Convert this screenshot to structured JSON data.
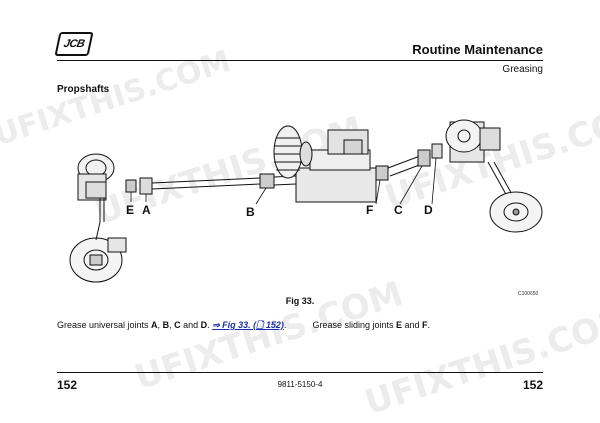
{
  "header": {
    "logo_text": "JCB",
    "title": "Routine Maintenance",
    "subtitle": "Greasing"
  },
  "section_title": "Propshafts",
  "figure": {
    "code": "C100650",
    "caption": "Fig 33.",
    "callouts": [
      "E",
      "A",
      "B",
      "F",
      "C",
      "D"
    ]
  },
  "body": {
    "part1": "Grease universal joints ",
    "joints_a": "A",
    "sep1": ", ",
    "joints_b": "B",
    "sep2": ", ",
    "joints_c": "C",
    "sep3": " and ",
    "joints_d": "D",
    "sep4": ". ",
    "link_text": "⇒ Fig 33. (🗋 152)",
    "end1": ".",
    "part2": "Grease sliding joints  ",
    "joints_e": "E",
    "sep5": " and ",
    "joints_f": "F",
    "end2": "."
  },
  "footer": {
    "page_left": "152",
    "doc_number": "9811-5150-4",
    "page_right": "152"
  },
  "watermark": "UFIXTHIS.COM"
}
